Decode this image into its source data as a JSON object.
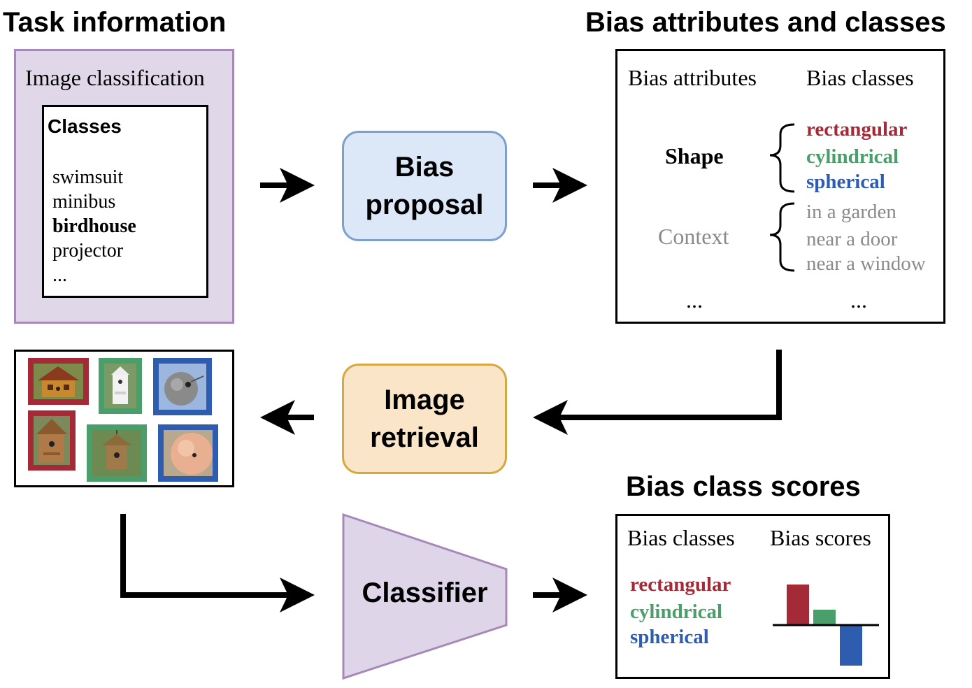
{
  "headings": {
    "task_information": "Task information",
    "bias_attributes_and_classes": "Bias attributes and classes",
    "bias_class_scores": "Bias class scores"
  },
  "task_box": {
    "title": "Image classification",
    "classes_title": "Classes",
    "classes": [
      "swimsuit",
      "minibus",
      "birdhouse",
      "projector",
      "..."
    ],
    "highlighted_class": "birdhouse"
  },
  "bias_proposal": {
    "line1": "Bias",
    "line2": "proposal"
  },
  "image_retrieval": {
    "line1": "Image",
    "line2": "retrieval"
  },
  "classifier": {
    "label": "Classifier"
  },
  "bias_table": {
    "col_attributes": "Bias attributes",
    "col_classes": "Bias classes",
    "attributes": [
      {
        "name": "Shape",
        "style": "bold",
        "classes": [
          "rectangular",
          "cylindrical",
          "spherical"
        ]
      },
      {
        "name": "Context",
        "style": "gray",
        "classes": [
          "in a garden",
          "near a door",
          "near a window"
        ]
      }
    ],
    "ellipsis_left": "...",
    "ellipsis_right": "..."
  },
  "scores_table": {
    "col_classes": "Bias classes",
    "col_scores": "Bias scores",
    "classes": [
      "rectangular",
      "cylindrical",
      "spherical"
    ]
  },
  "colors": {
    "rectangular": "#a52a37",
    "cylindrical": "#4a9e6a",
    "spherical": "#2e5db0",
    "gray_text": "#8a8a8a",
    "task_fill": "#e0d8e8",
    "task_border": "#a689b8",
    "proposal_fill": "#dce8f8",
    "proposal_border": "#7da0cc",
    "retrieval_fill": "#fbe5c8",
    "retrieval_border": "#d8a840",
    "classifier_fill": "#ded6e8",
    "classifier_border": "#a689b8"
  },
  "chart_data": {
    "type": "bar",
    "categories": [
      "rectangular",
      "cylindrical",
      "spherical"
    ],
    "values": [
      1.0,
      0.38,
      -1.0
    ],
    "ylim": [
      -1.0,
      1.0
    ],
    "grid": false,
    "colors": [
      "#a52a37",
      "#4a9e6a",
      "#2e5db0"
    ]
  },
  "retrieved_images": [
    {
      "bias_class": "rectangular",
      "icon": "birdhouse-rectangular-image"
    },
    {
      "bias_class": "cylindrical",
      "icon": "birdhouse-cylindrical-image"
    },
    {
      "bias_class": "spherical",
      "icon": "birdhouse-spherical-image"
    },
    {
      "bias_class": "rectangular",
      "icon": "birdhouse-rectangular-image"
    },
    {
      "bias_class": "cylindrical",
      "icon": "birdhouse-cylindrical-image"
    },
    {
      "bias_class": "spherical",
      "icon": "birdhouse-spherical-image"
    }
  ]
}
